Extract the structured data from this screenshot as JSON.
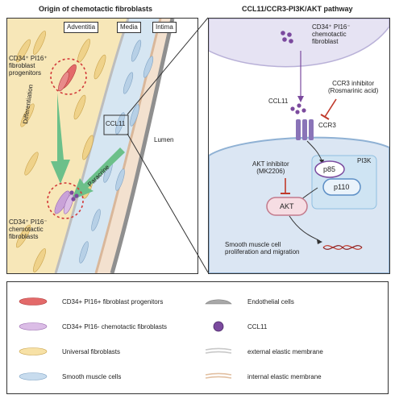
{
  "left_title": "Origin of chemotactic fibroblasts",
  "right_title": "CCL11/CCR3-PI3K/AKT pathway",
  "layers": [
    "Adventitia",
    "Media",
    "Intima"
  ],
  "left_labels": {
    "progenitors": [
      "CD34⁺ PI16⁺",
      "fibroblast",
      "progenitors"
    ],
    "chemotactic": [
      "CD34⁺ PI16⁻",
      "chemotactic",
      "fibroblasts"
    ],
    "ccl11": "CCL11",
    "lumen": "Lumen",
    "differentiation": "Differentiation",
    "paracrine": "Paracrine"
  },
  "right_labels": {
    "source": [
      "CD34⁺ PI16⁻",
      "chemotactic",
      "fibroblast"
    ],
    "ccl11": "CCL11",
    "ccr3_inhibitor": [
      "CCR3 inhibitor",
      "(Rosmarinic acid)"
    ],
    "ccr3": "CCR3",
    "pi3k": "PI3K",
    "akt_inhibitor": [
      "AKT inhibitor",
      "(MK2206)"
    ],
    "p85": "p85",
    "p110": "p110",
    "akt": "AKT",
    "outcome": [
      "Smooth muscle cell",
      "proliferation and migration"
    ]
  },
  "legend": [
    {
      "icon": "red-fibroblast-icon",
      "label": "CD34+ PI16+ fibroblast progenitors"
    },
    {
      "icon": "endothelial-cell-icon",
      "label": "Endothelial cells"
    },
    {
      "icon": "purple-fibroblast-icon",
      "label": "CD34+ PI16- chemotactic fibroblasts"
    },
    {
      "icon": "ccl11-dot-icon",
      "label": "CCL11"
    },
    {
      "icon": "yellow-fibroblast-icon",
      "label": "Universal fibroblasts"
    },
    {
      "icon": "external-membrane-icon",
      "label": "external elastic membrane"
    },
    {
      "icon": "smooth-muscle-icon",
      "label": "Smooth muscle cells"
    },
    {
      "icon": "internal-membrane-icon",
      "label": "internal elastic membrane"
    }
  ],
  "colors": {
    "adventitia": "#f7e7b8",
    "media": "#d6e6f2",
    "intima": "#f3e1cf",
    "progenitor": "#e36a6a",
    "chemotactic": "#c9a2d8",
    "ccl11": "#7b4a9e",
    "arrow_green": "#6cc08a",
    "dashed_red": "#d23a3a",
    "cytoplasm": "#dbe6f3",
    "inhibitor": "#c0392b"
  }
}
